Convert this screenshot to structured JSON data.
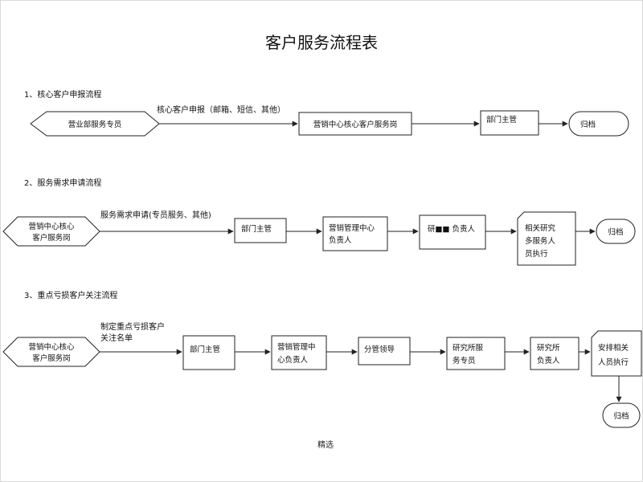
{
  "title": "客户服务流程表",
  "footer": "精选",
  "sections": [
    {
      "heading": "1、核心客户申报流程",
      "note": "核心客户申报（邮箱、短信、其他）",
      "nodes": [
        {
          "label": "营业部服务专员"
        },
        {
          "label": "营销中心核心客户服务岗"
        },
        {
          "label": "部门主管"
        },
        {
          "label": "归档"
        }
      ]
    },
    {
      "heading": "2、服务需求申请流程",
      "note": "服务需求申请(专员服务、其他)",
      "nodes": [
        {
          "label": [
            "营销中心核心",
            "客户服务岗"
          ]
        },
        {
          "label": "部门主管"
        },
        {
          "label": [
            "营销管理中心",
            "负责人"
          ]
        },
        {
          "label": "研■■  负责人"
        },
        {
          "label": [
            "相关研究",
            "多服务人",
            "员执行"
          ]
        },
        {
          "label": "归档"
        }
      ]
    },
    {
      "heading": "3、重点亏损客户关注流程",
      "note": [
        "制定重点亏损客户",
        "关注名单"
      ],
      "nodes": [
        {
          "label": [
            "营销中心核心",
            "客户服务岗"
          ]
        },
        {
          "label": "部门主管"
        },
        {
          "label": [
            "营销管理中",
            "心负责人"
          ]
        },
        {
          "label": "分管领导"
        },
        {
          "label": [
            "研究所服",
            "务专员"
          ]
        },
        {
          "label": [
            "研究所",
            "负责人"
          ]
        },
        {
          "label": [
            "安排相关",
            "人员执行"
          ]
        },
        {
          "label": "归档"
        }
      ]
    }
  ]
}
